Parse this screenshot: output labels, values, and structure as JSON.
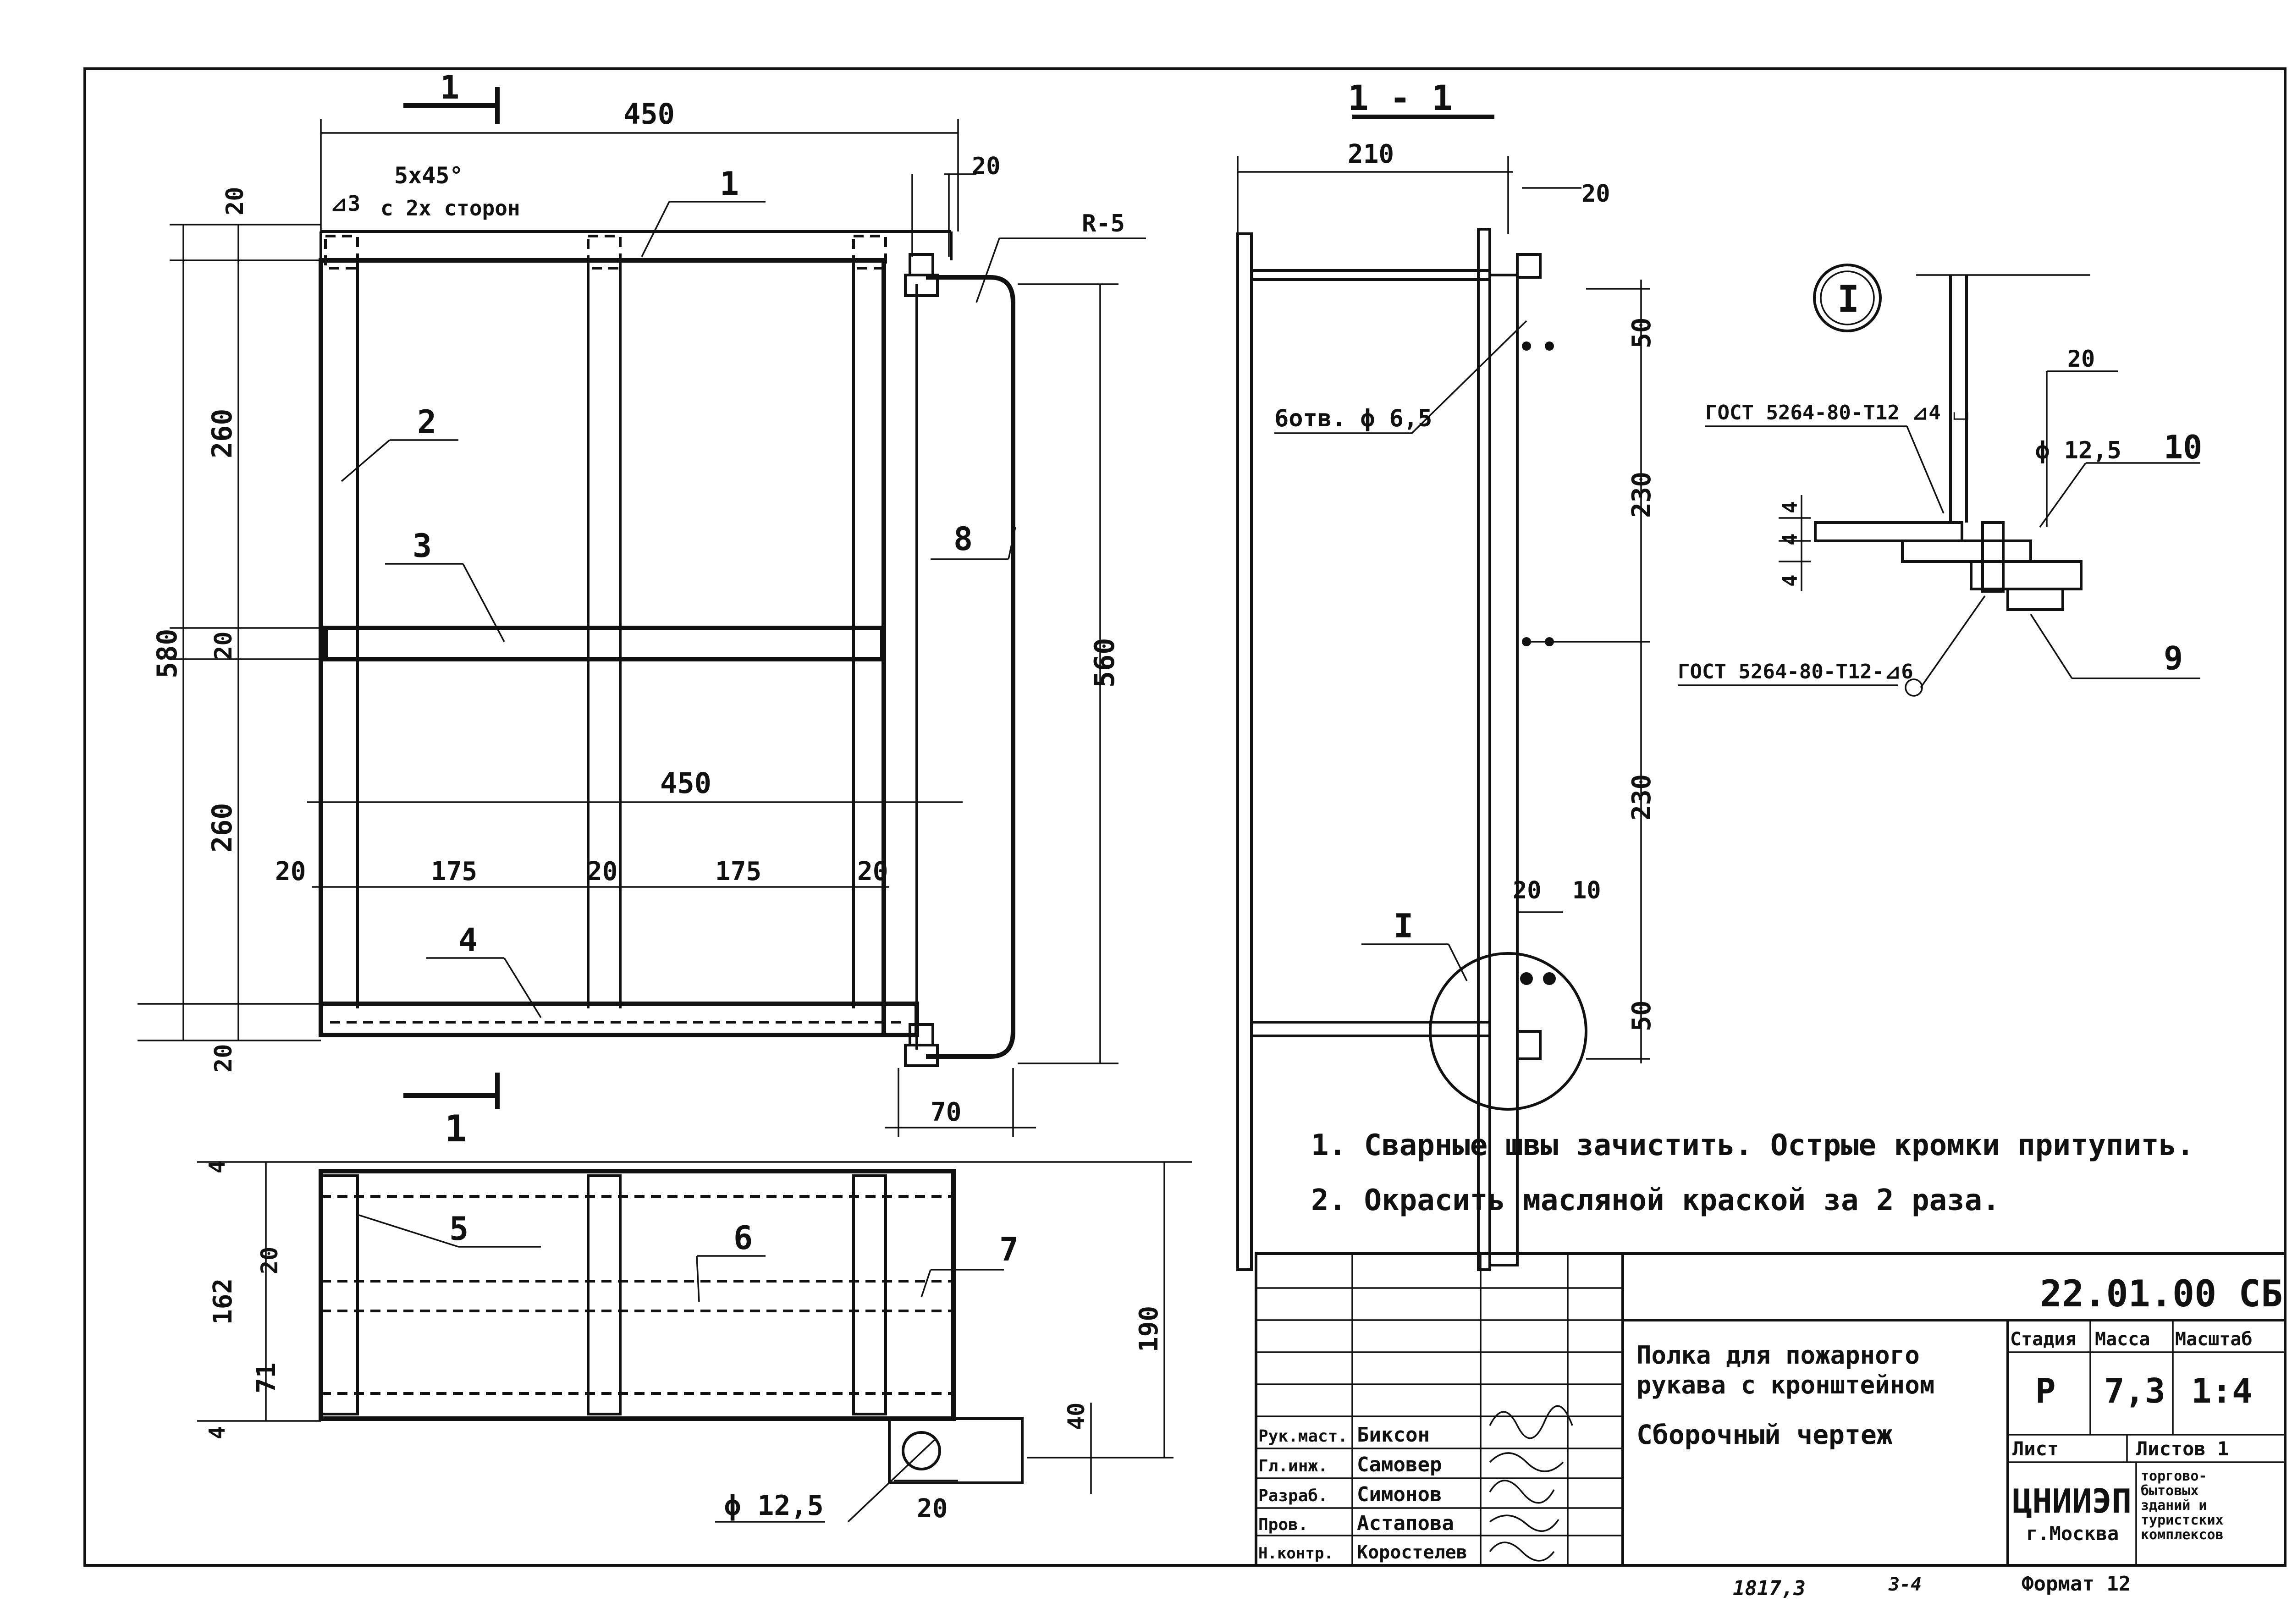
{
  "drawing_number": "22.01.00 СБ",
  "title": {
    "line1": "Полка для пожарного",
    "line2": "рукава с кронштейном",
    "doc_type": "Сборочный чертеж"
  },
  "table": {
    "stage_header": "Стадия",
    "mass_header": "Масса",
    "scale_header": "Масштаб",
    "stage": "Р",
    "mass": "7,3",
    "scale": "1:4",
    "sheet_label": "Лист",
    "sheets_label": "Листов 1",
    "org": "ЦНИИЭП",
    "city": "г.Москва",
    "org_note": [
      "торгово-",
      "бытовых",
      "зданий и",
      "туристских",
      "комплексов"
    ],
    "format": "Формат 12"
  },
  "signatures": [
    {
      "role": "Рук.маст.",
      "name": "Биксон"
    },
    {
      "role": "Гл.инж.",
      "name": "Самовер"
    },
    {
      "role": "Разраб.",
      "name": "Симонов"
    },
    {
      "role": "Пров.",
      "name": "Астапова"
    },
    {
      "role": "Н.контр.",
      "name": "Коростелев"
    }
  ],
  "notes": [
    "1. Сварные швы зачистить. Острые кромки притупить.",
    "2. Окрасить масляной краской за 2 раза."
  ],
  "section_label": "1 - 1",
  "detail_label": "I",
  "cut_label": "1",
  "handwritten": {
    "a": "1817,3",
    "b": "3-4"
  },
  "front_view": {
    "dims": {
      "width": "450",
      "chamfer": "5x45°",
      "chamfer_sides": "с 2х сторон",
      "weld": "⊿3",
      "top": "20",
      "h1": "260",
      "mid": "20",
      "h2": "260",
      "bottom": "20",
      "total_h": "580",
      "inner_w": "450",
      "a": "20",
      "b": "175",
      "c": "20",
      "d": "175",
      "e": "20",
      "bracket_h": "560",
      "bracket_w": "70",
      "tab": "20",
      "radius": "R-5"
    },
    "callouts": [
      "1",
      "2",
      "3",
      "4",
      "8"
    ]
  },
  "plan_view": {
    "dims": {
      "t1": "4",
      "d162": "162",
      "d20": "20",
      "d71": "71",
      "t2": "4",
      "d190": "190",
      "d40": "40",
      "hole": "ϕ 12,5",
      "tab": "20"
    },
    "callouts": [
      "5",
      "6",
      "7"
    ]
  },
  "section_view": {
    "dims": {
      "width": "210",
      "flange": "20",
      "top": "50",
      "s1": "230",
      "s2": "230",
      "bottom": "50",
      "bolt_a": "20",
      "bolt_b": "10"
    },
    "holes": "6отв. ϕ 6,5"
  },
  "detail": {
    "weld1": "ГОСТ 5264-80-Т12 ⊿4 ⌴",
    "weld2": "ГОСТ 5264-80-Т12-⊿6",
    "dim": "20",
    "hole": "ϕ 12,5",
    "t1": "4",
    "t2": "4",
    "t3": "4",
    "callouts": [
      "9",
      "10"
    ]
  }
}
